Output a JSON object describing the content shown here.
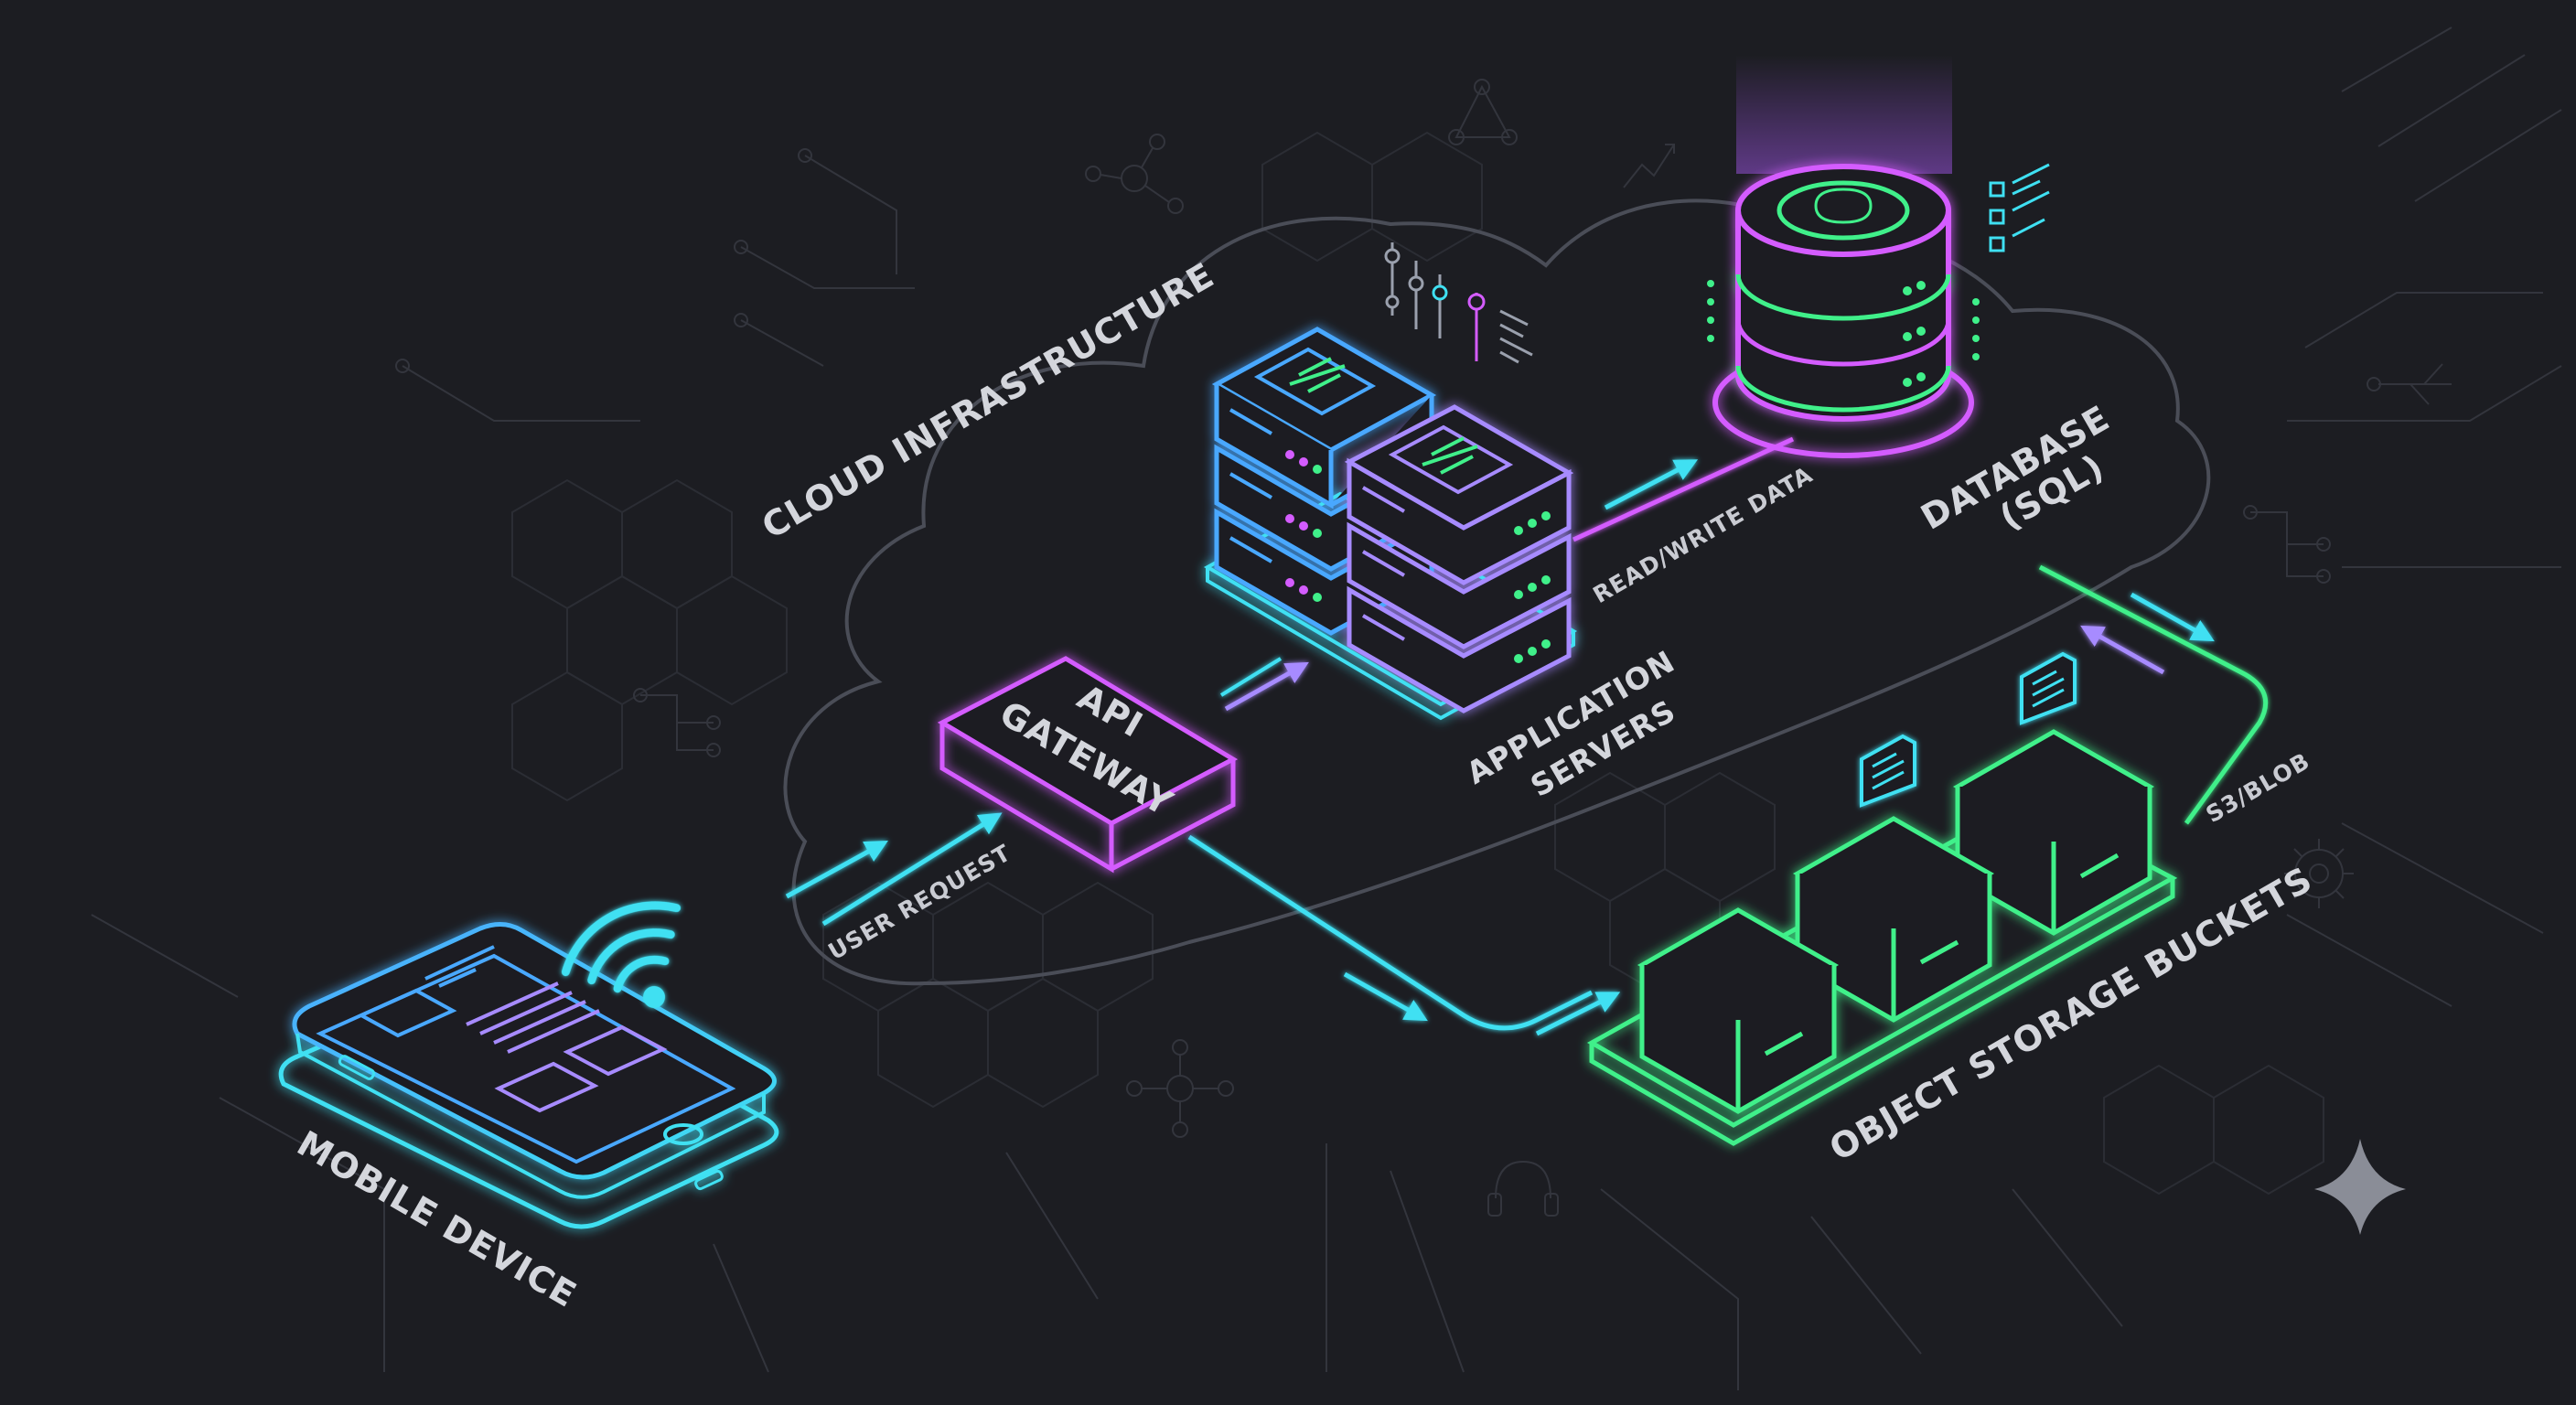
{
  "labels": {
    "cloud": "CLOUD INFRASTRUCTURE",
    "mobile": "MOBILE DEVICE",
    "user_request": "USER REQUEST",
    "api_gateway_line1": "API",
    "api_gateway_line2": "GATEWAY",
    "app_servers_line1": "APPLICATION",
    "app_servers_line2": "SERVERS",
    "read_write": "READ/WRITE DATA",
    "database_line1": "DATABASE",
    "database_line2": "(SQL)",
    "s3": "S3/BLOB",
    "object_storage": "OBJECT STORAGE BUCKETS"
  },
  "colors": {
    "background": "#1c1d22",
    "cyan": "#3fe0f2",
    "blue": "#4aa8ff",
    "magenta": "#d45cff",
    "green": "#3ff08a",
    "violet": "#a78bff",
    "cloud_outline": "#4a4d57"
  },
  "icons": [
    "mobile-phone-icon",
    "wifi-signal-icon",
    "api-gateway-box-icon",
    "server-rack-icon",
    "database-cylinder-icon",
    "storage-box-icon",
    "document-icon",
    "sparkle-star-icon"
  ]
}
